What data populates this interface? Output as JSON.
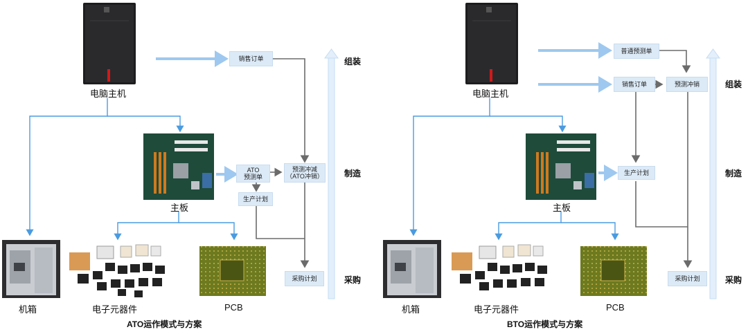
{
  "left": {
    "caption": "ATO运作模式与方案",
    "components": {
      "pc": "电脑主机",
      "motherboard": "主板",
      "case": "机箱",
      "electronics": "电子元器件",
      "pcb": "PCB"
    },
    "boxes": {
      "sales_order": "销售订单",
      "ato_forecast": "ATO\n预测单",
      "forecast_offset": "预测冲减\n（ATO冲销）",
      "production_plan": "生产计划",
      "purchase_plan": "采购计划"
    },
    "stages": {
      "assembly": "组装",
      "manufacturing": "制造",
      "purchasing": "采购"
    }
  },
  "right": {
    "caption": "BTO运作模式与方案",
    "components": {
      "pc": "电脑主机",
      "motherboard": "主板",
      "case": "机箱",
      "electronics": "电子元器件",
      "pcb": "PCB"
    },
    "boxes": {
      "general_forecast": "普通预测单",
      "sales_order": "销售订单",
      "forecast_offset": "预测冲销",
      "production_plan": "生产计划",
      "purchase_plan": "采购计划"
    },
    "stages": {
      "assembly": "组装",
      "manufacturing": "制造",
      "purchasing": "采购"
    }
  },
  "colors": {
    "flow_blue": "#4a9be0",
    "thick_arrow": "#9ec8ef",
    "gray_line": "#6b6b6b",
    "box_fill": "#dceaf7",
    "stage_arrow": "#e3effb"
  }
}
